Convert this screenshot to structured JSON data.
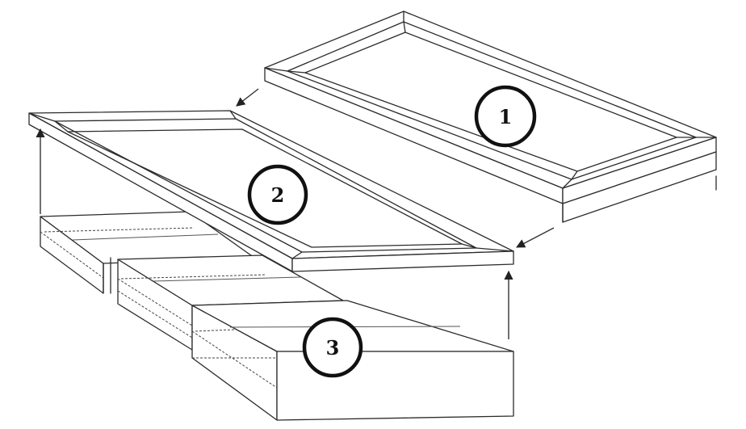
{
  "badges": {
    "one": "1",
    "two": "2",
    "three": "3"
  }
}
